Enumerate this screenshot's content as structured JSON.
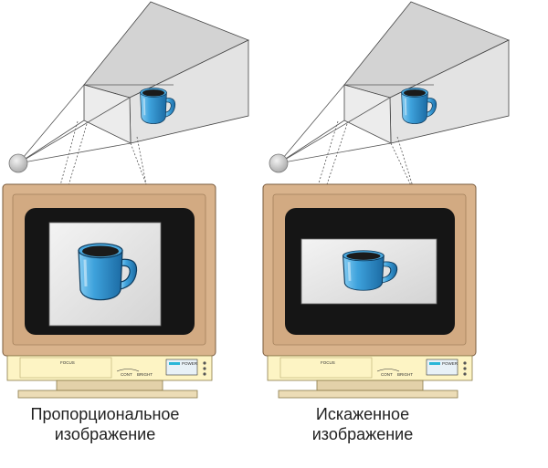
{
  "captions": {
    "left": [
      "Пропорциональное",
      "изображение"
    ],
    "right": [
      "Искаженное",
      "изображение"
    ]
  },
  "monitor_panel": {
    "focus": "FOCUS",
    "cont": "CONT",
    "bright": "BRIGHT",
    "power": "POWER"
  },
  "icons": {
    "cup": "cup-icon",
    "viewpoint": "viewpoint-icon",
    "monitor": "monitor-icon"
  },
  "colors": {
    "monitor_case": "#d9b38c",
    "screen": "#151515",
    "cup": "#2b8fd0",
    "frustum": "#d8d8d8"
  }
}
